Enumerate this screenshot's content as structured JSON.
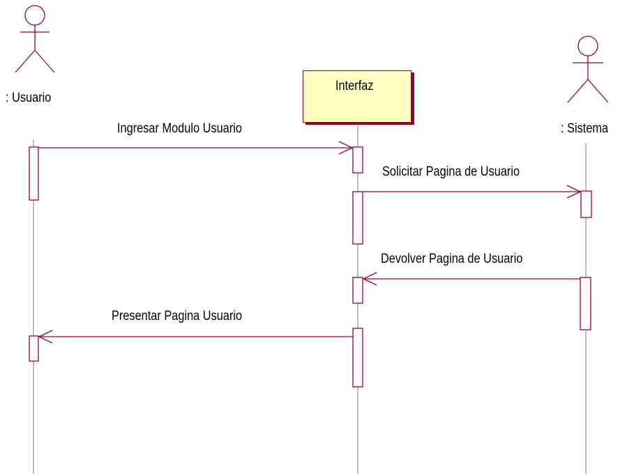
{
  "colors": {
    "line": "#990033",
    "object_fill": "#ffffc0",
    "text": "#000000"
  },
  "actors": [
    {
      "name": ": Usuario",
      "icon": "stick-figure-icon"
    },
    {
      "name": ": Sistema",
      "icon": "stick-figure-icon"
    }
  ],
  "object": {
    "name": "Interfaz"
  },
  "messages": [
    {
      "label": "Ingresar Modulo Usuario",
      "from": ": Usuario",
      "to": "Interfaz"
    },
    {
      "label": "Solicitar Pagina de Usuario",
      "from": "Interfaz",
      "to": ": Sistema"
    },
    {
      "label": "Devolver Pagina  de Usuario",
      "from": ": Sistema",
      "to": "Interfaz"
    },
    {
      "label": "Presentar Pagina Usuario",
      "from": "Interfaz",
      "to": ": Usuario"
    }
  ]
}
